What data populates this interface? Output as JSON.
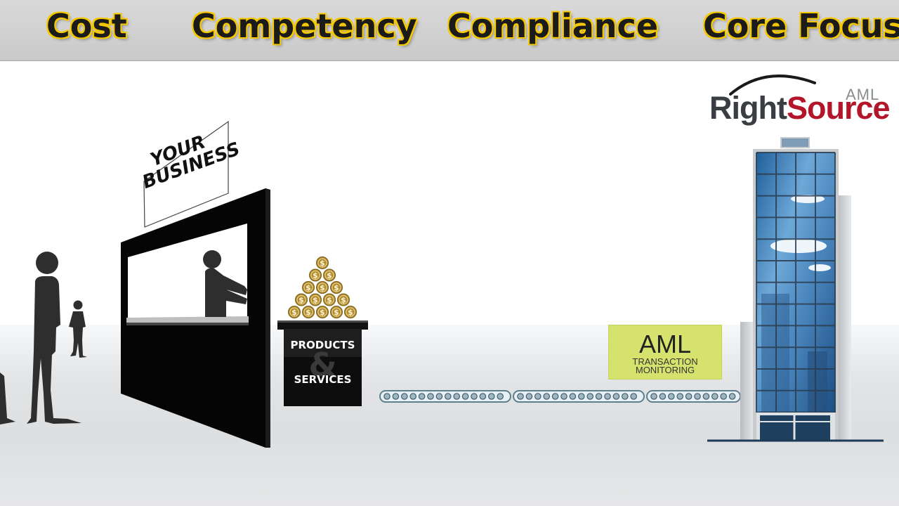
{
  "header": {
    "words": [
      "Cost",
      "Competency",
      "Compliance",
      "Core Focus"
    ]
  },
  "logo": {
    "part1": "Right",
    "part2": "Source",
    "suffix": "AML"
  },
  "sign": {
    "line1": "YOUR",
    "line2": "BUSINESS"
  },
  "products_box": {
    "top_label": "PRODUCTS",
    "amp": "&",
    "bottom_label": "SERVICES"
  },
  "aml_box": {
    "title": "AML",
    "subtitle_line1": "TRANSACTION",
    "subtitle_line2": "MONITORING"
  },
  "coin_symbol": "$",
  "colors": {
    "banner_text": "#1b1b1b",
    "banner_outline": "#f5c800",
    "logo_red": "#b3162a",
    "logo_gray": "#3a3d42",
    "aml_box": "#d5e36e",
    "coin": "#b08a2e"
  }
}
